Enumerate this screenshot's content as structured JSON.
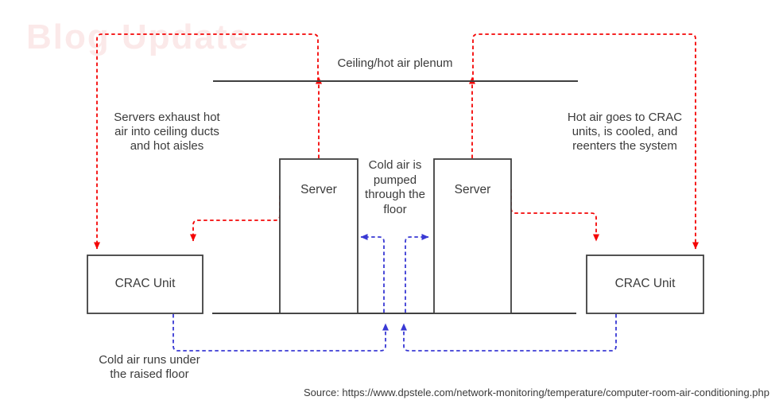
{
  "watermark": {
    "text": "Blog Update"
  },
  "colors": {
    "hot_air": "#f40505",
    "cold_air": "#3939d4",
    "structure": "#404040",
    "box_fill": "#ffffff"
  },
  "diagram": {
    "plenum_label": "Ceiling/hot air plenum",
    "boxes": {
      "server_left": "Server",
      "server_right": "Server",
      "crac_left": "CRAC Unit",
      "crac_right": "CRAC Unit"
    },
    "notes": {
      "hot_left": "Servers exhaust hot\nair into ceiling ducts\nand hot aisles",
      "hot_right": "Hot air goes to CRAC\nunits, is cooled, and\nreenters the system",
      "cold_center": "Cold air is\npumped\nthrough the\nfloor",
      "cold_bottom": "Cold air runs under\nthe raised floor"
    }
  },
  "footer": {
    "source": "Source: https://www.dpstele.com/network-monitoring/temperature/computer-room-air-conditioning.php"
  }
}
